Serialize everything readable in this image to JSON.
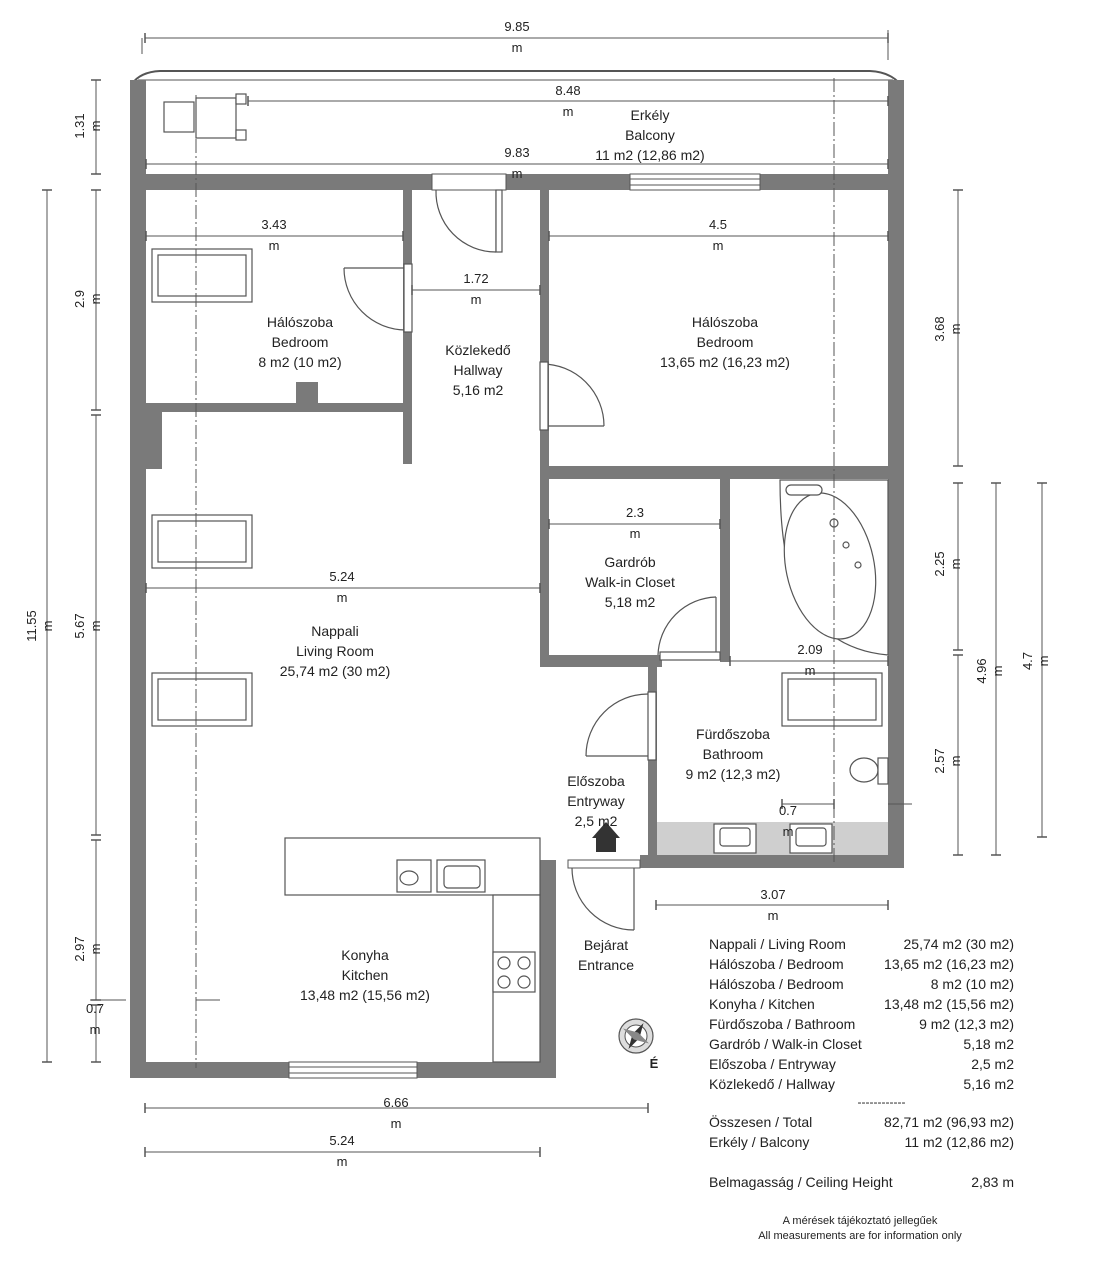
{
  "rooms": {
    "balcony": {
      "l1": "Erkély",
      "l2": "Balcony",
      "l3": "11 m2 (12,86 m2)"
    },
    "bedroom_small": {
      "l1": "Hálószoba",
      "l2": "Bedroom",
      "l3": "8 m2 (10 m2)"
    },
    "hallway": {
      "l1": "Közlekedő",
      "l2": "Hallway",
      "l3": "5,16 m2"
    },
    "bedroom_large": {
      "l1": "Hálószoba",
      "l2": "Bedroom",
      "l3": "13,65 m2 (16,23 m2)"
    },
    "closet": {
      "l1": "Gardrób",
      "l2": "Walk-in Closet",
      "l3": "5,18 m2"
    },
    "living": {
      "l1": "Nappali",
      "l2": "Living Room",
      "l3": "25,74 m2 (30 m2)"
    },
    "bathroom": {
      "l1": "Fürdőszoba",
      "l2": "Bathroom",
      "l3": "9 m2 (12,3 m2)"
    },
    "entryway": {
      "l1": "Előszoba",
      "l2": "Entryway",
      "l3": "2,5 m2"
    },
    "kitchen": {
      "l1": "Konyha",
      "l2": "Kitchen",
      "l3": "13,48 m2 (15,56 m2)"
    },
    "entrance": {
      "l1": "Bejárat",
      "l2": "Entrance"
    }
  },
  "dimensions": {
    "unit": "m",
    "top_total": "9.85",
    "balcony_inner": "8.48",
    "balcony_wall": "9.83",
    "bedroom_small_width": "3.43",
    "hallway_width": "1.72",
    "bedroom_large_width": "4.5",
    "closet_width": "2.3",
    "living_width": "5.24",
    "bath_width": "2.09",
    "bath_small": "0.7",
    "bath_bottom": "3.07",
    "bottom_total": "6.66",
    "bottom_living": "5.24",
    "left_balcony": "1.31",
    "left_bedroom": "2.9",
    "left_total": "11.55",
    "left_living": "5.67",
    "left_kitchen": "2.97",
    "left_small": "0.7",
    "right_bedroom": "3.68",
    "right_closet": "2.25",
    "right_bath": "2.57",
    "right_496": "4.96",
    "right_47": "4.7"
  },
  "compass": {
    "letter": "É"
  },
  "summary": {
    "rows": [
      {
        "name": "Nappali / Living Room",
        "value": "25,74 m2 (30 m2)"
      },
      {
        "name": "Hálószoba / Bedroom",
        "value": "13,65 m2 (16,23 m2)"
      },
      {
        "name": "Hálószoba / Bedroom",
        "value": "8 m2 (10 m2)"
      },
      {
        "name": "Konyha / Kitchen",
        "value": "13,48 m2 (15,56 m2)"
      },
      {
        "name": "Fürdőszoba / Bathroom",
        "value": "9 m2 (12,3 m2)"
      },
      {
        "name": "Gardrób / Walk-in Closet",
        "value": "5,18 m2"
      },
      {
        "name": "Előszoba / Entryway",
        "value": "2,5 m2"
      },
      {
        "name": "Közlekedő / Hallway",
        "value": "5,16 m2"
      }
    ],
    "separator": "------------",
    "totals": [
      {
        "name": "Összesen / Total",
        "value": "82,71 m2 (96,93 m2)"
      },
      {
        "name": "Erkély / Balcony",
        "value": "11 m2 (12,86 m2)"
      }
    ],
    "ceiling": {
      "name": "Belmagasság / Ceiling Height",
      "value": "2,83 m"
    }
  },
  "note": {
    "hu": "A mérések tájékoztató jellegűek",
    "en": "All measurements are for information only"
  },
  "colors": {
    "wall": "#7a7a7a",
    "line": "#555555",
    "fixture_bg": "#cfcfcf"
  }
}
